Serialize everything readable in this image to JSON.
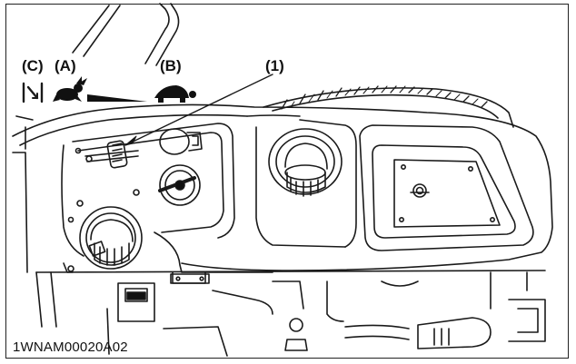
{
  "figure": {
    "labels": {
      "c": "(C)",
      "a": "(A)",
      "b": "(B)",
      "one": "(1)"
    },
    "code": "1WNAM00020A02"
  },
  "icons": {
    "stop": "throttle-stop-icon",
    "fast": "rabbit-icon",
    "ramp": "throttle-ramp-icon",
    "slow": "turtle-icon"
  }
}
